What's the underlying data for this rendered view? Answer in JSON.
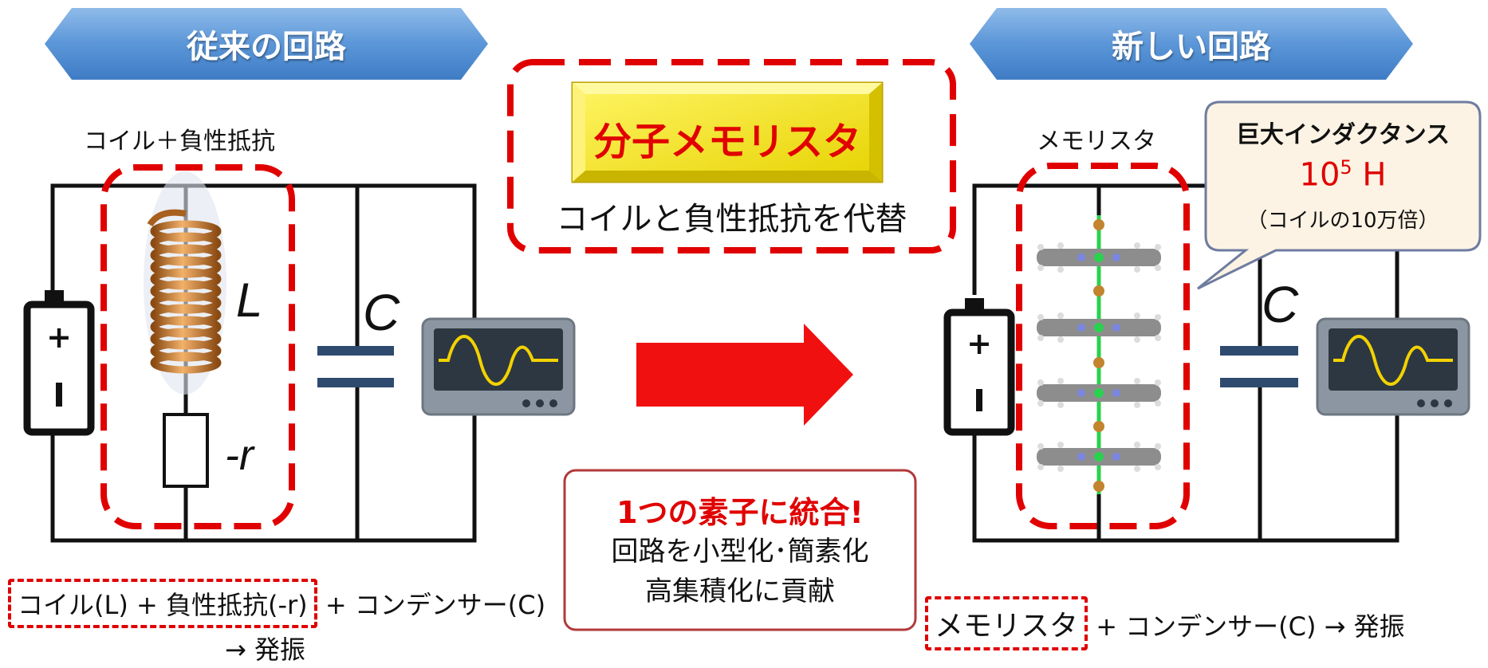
{
  "left": {
    "banner": "従来の回路",
    "component_label": "コイル＋負性抵抗",
    "inductor_symbol": "L",
    "resistor_symbol": "-r",
    "capacitor_symbol": "C",
    "formula": {
      "part1": "コイル(L) + 負性抵抗(-r)",
      "part2": " + コンデンサー(C)",
      "part3": "→ 発振"
    }
  },
  "center": {
    "title": "分子メモリスタ",
    "subtitle": "コイルと負性抵抗を代替",
    "integrate_headline": "1つの素子に統合!",
    "integrate_line1": "回路を小型化･簡素化",
    "integrate_line2": "高集積化に貢献"
  },
  "right": {
    "banner": "新しい回路",
    "component_label": "メモリスタ",
    "capacitor_symbol": "C",
    "callout": {
      "title": "巨大インダクタンス",
      "value_base": "10",
      "value_exp": "5",
      "value_unit": " H",
      "note": "（コイルの10万倍）"
    },
    "formula": {
      "part1": "メモリスタ",
      "part2": " + コンデンサー(C) → 発振"
    }
  },
  "colors": {
    "banner_fill": "#5b96d8",
    "accent_red": "#e00000",
    "arrow_red": "#f01010",
    "title_box_yellow": "#f4ea00",
    "callout_fill": "#fdf3e4",
    "oscilloscope_body": "#8b96a2",
    "wave": "#f2d200"
  }
}
